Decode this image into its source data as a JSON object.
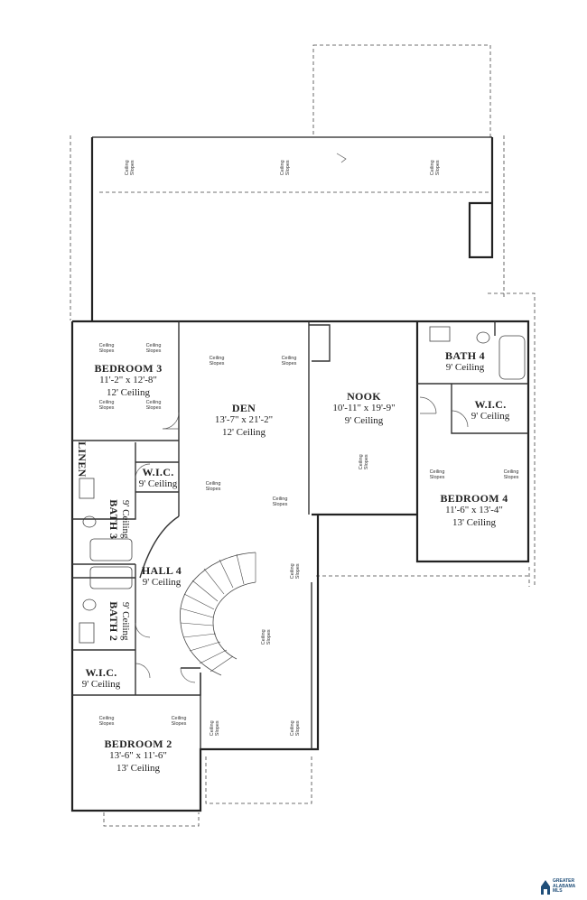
{
  "rooms": {
    "bedroom3": {
      "name": "BEDROOM 3",
      "dims": "11'-2\" x 12'-8\"",
      "ceiling": "12' Ceiling"
    },
    "den": {
      "name": "DEN",
      "dims": "13'-7\" x 21'-2\"",
      "ceiling": "12' Ceiling"
    },
    "nook": {
      "name": "NOOK",
      "dims": "10'-11\" x 19'-9\"",
      "ceiling": "9' Ceiling"
    },
    "bath4": {
      "name": "BATH 4",
      "ceiling": "9' Ceiling"
    },
    "wic_right": {
      "name": "W.I.C.",
      "ceiling": "9' Ceiling"
    },
    "bedroom4": {
      "name": "BEDROOM 4",
      "dims": "11'-6\" x 13'-4\"",
      "ceiling": "13' Ceiling"
    },
    "wic_left": {
      "name": "W.I.C.",
      "ceiling": "9' Ceiling"
    },
    "linen": {
      "name": "LINEN"
    },
    "bath3": {
      "name": "BATH 3",
      "ceiling": "9' Ceiling"
    },
    "hall4": {
      "name": "HALL 4",
      "ceiling": "9' Ceiling"
    },
    "bath2": {
      "name": "BATH 2",
      "ceiling": "9' Ceiling"
    },
    "wic_lower": {
      "name": "W.I.C.",
      "ceiling": "9' Ceiling"
    },
    "bedroom2": {
      "name": "BEDROOM 2",
      "dims": "13'-6\" x 11'-6\"",
      "ceiling": "13' Ceiling"
    }
  },
  "annotations": {
    "ceiling_slopes_line1": "Ceiling",
    "ceiling_slopes_line2": "Slopes"
  },
  "logo": {
    "line1": "GREATER",
    "line2": "ALABAMA",
    "line3": "MLS",
    "color": "#1f4e79"
  }
}
